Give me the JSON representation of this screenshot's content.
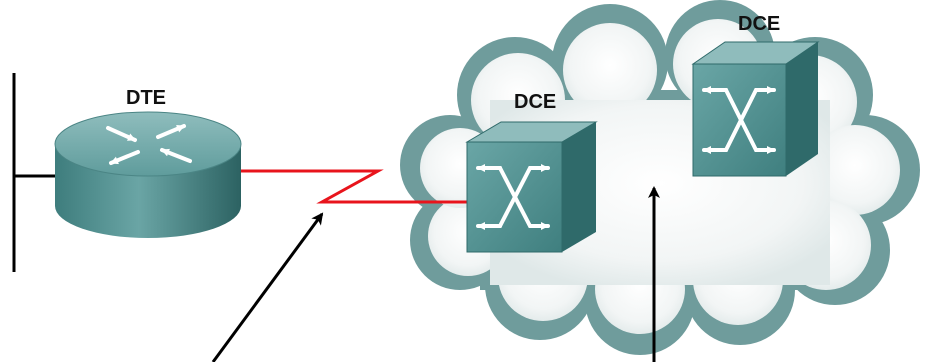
{
  "labels": {
    "dte": "DTE",
    "dce_left": "DCE",
    "dce_right": "DCE"
  },
  "colors": {
    "serial_link": "#e8141c",
    "lan_wire": "#000000",
    "arrow": "#000000",
    "cloud_fill": "#ecf0f0",
    "cloud_rim": "#6f9c9c",
    "device_front": "#4b8d8d",
    "device_top": "#8fbcbc",
    "device_side": "#2f6a6a"
  },
  "icons": {
    "router": "router-icon",
    "switch_left": "wan-switch-icon",
    "switch_right": "wan-switch-icon",
    "cloud": "wan-cloud",
    "link": "serial-link-zigzag"
  }
}
